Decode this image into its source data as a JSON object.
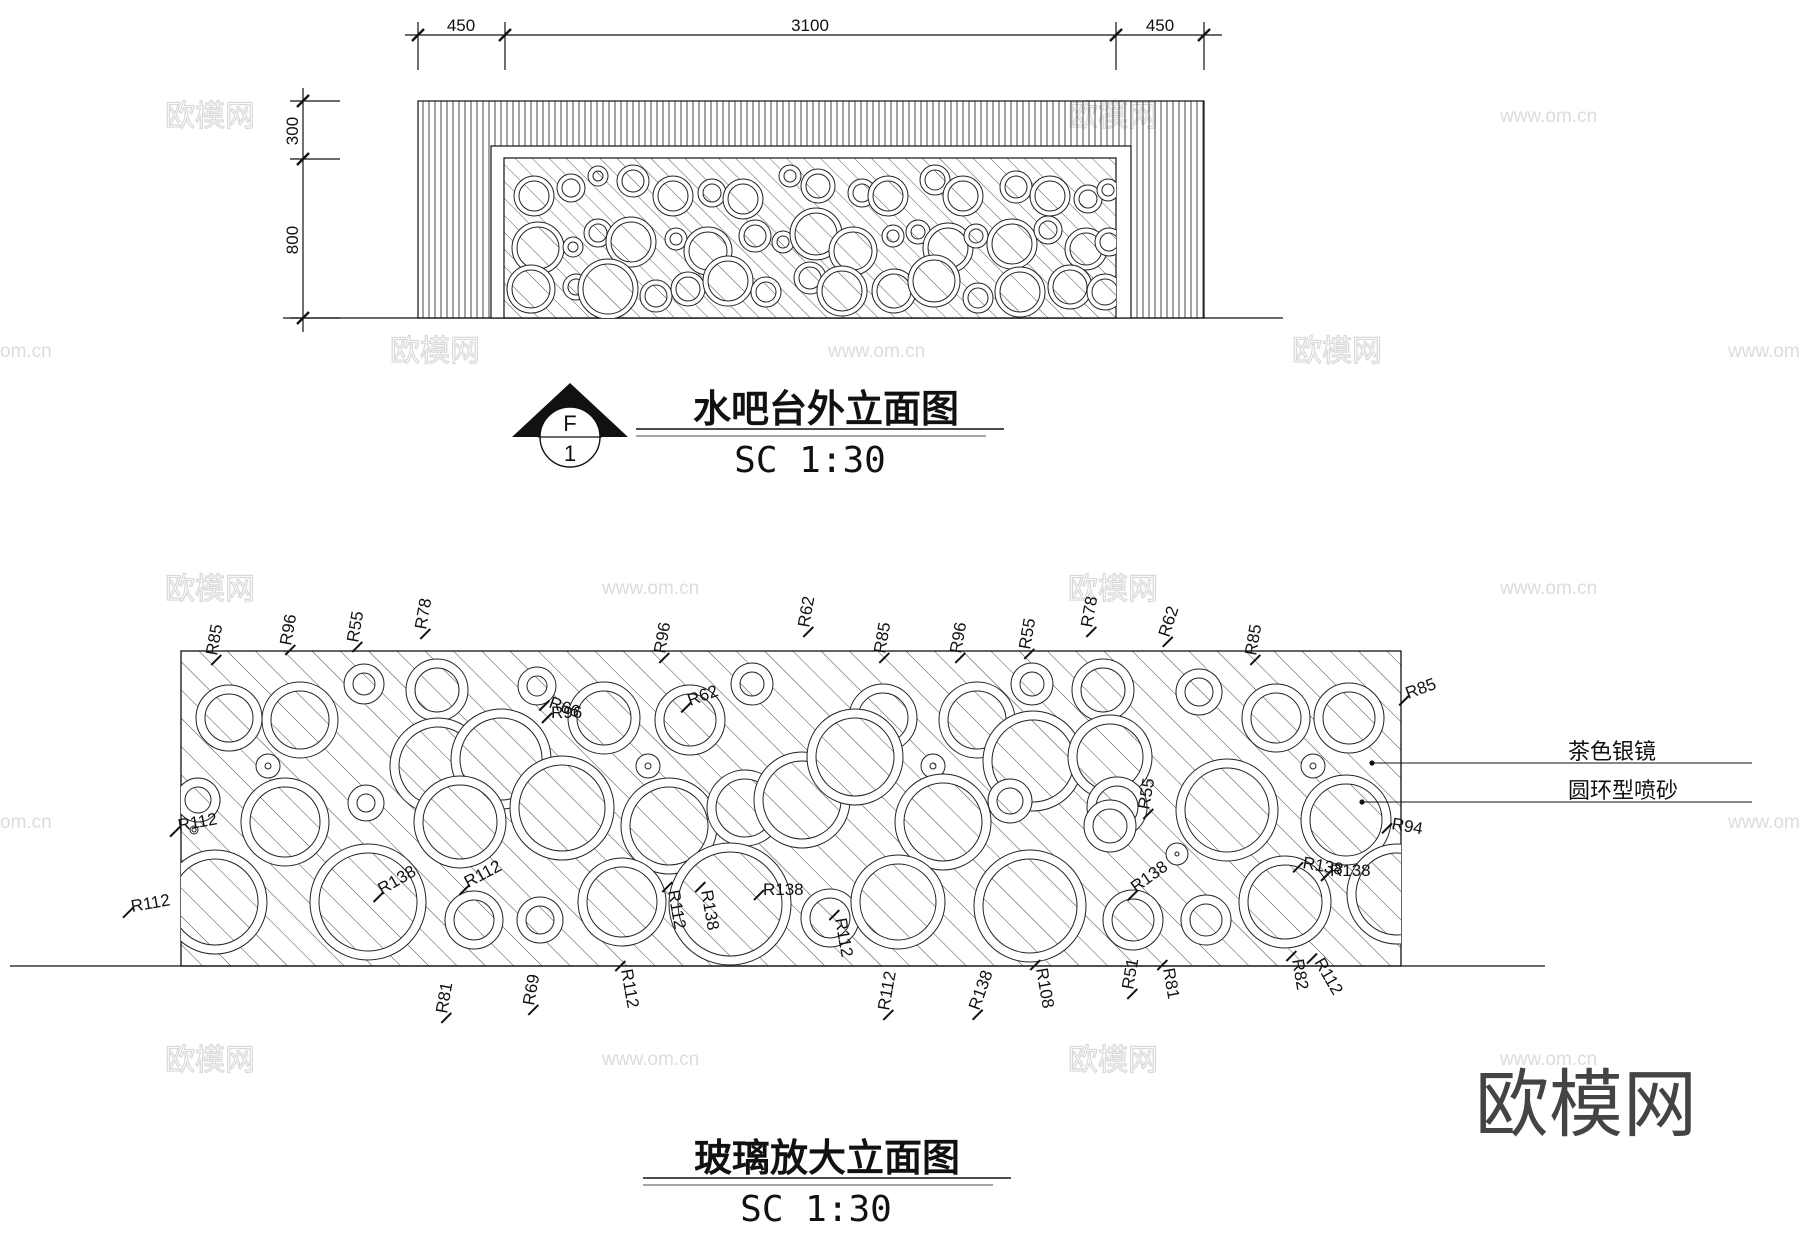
{
  "upper": {
    "dims_top": [
      "450",
      "3100",
      "450"
    ],
    "dims_left": [
      "300",
      "800"
    ],
    "marker_letter": "F",
    "marker_number": "1",
    "title": "水吧台外立面图",
    "scale": "SC 1:30"
  },
  "lower": {
    "title": "玻璃放大立面图",
    "scale": "SC 1:30",
    "notes": [
      "茶色银镜",
      "圆环型喷砂"
    ],
    "radius_labels": [
      "R85",
      "R96",
      "R55",
      "R78",
      "R96",
      "R62",
      "R85",
      "R96",
      "R55",
      "R78",
      "R62",
      "R85",
      "R66",
      "R96",
      "R62",
      "R85",
      "R55",
      "R94",
      "R112",
      "R112",
      "R112",
      "R138",
      "R138",
      "R112",
      "R112",
      "R138",
      "R138",
      "R138",
      "R138",
      "R81",
      "R69",
      "R112",
      "R112",
      "R138",
      "R108",
      "R51",
      "R81",
      "R82",
      "R112"
    ]
  },
  "watermark": {
    "logo": "欧模网",
    "url": "www.om.cn",
    "url_short": "om.cn",
    "big": "欧模网"
  },
  "colors": {
    "line": "#111111",
    "watermark": "#d9d9d9"
  }
}
